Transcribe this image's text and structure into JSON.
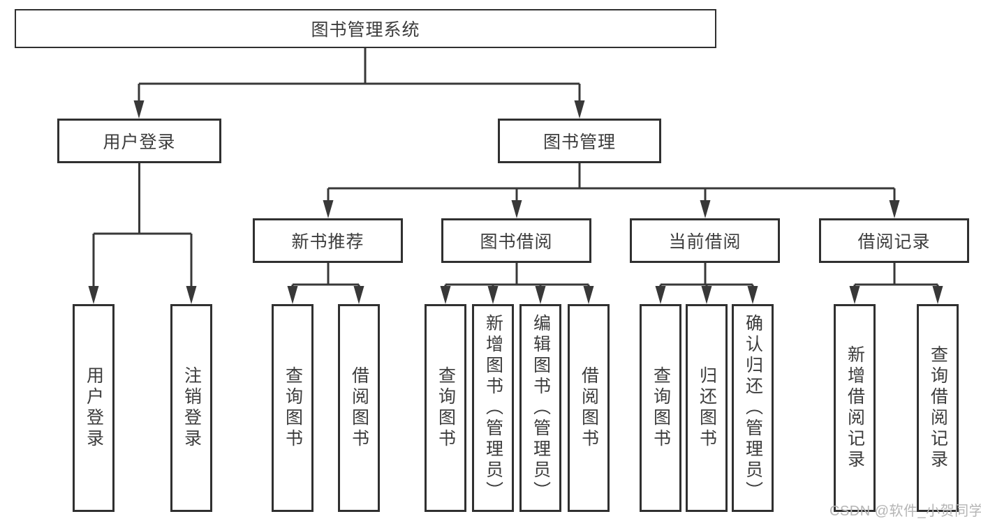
{
  "root": {
    "label": "图书管理系统"
  },
  "branches": {
    "user_login": {
      "label": "用户登录",
      "children": [
        "用户登录",
        "注销登录"
      ]
    },
    "book_management": {
      "label": "图书管理",
      "children": {
        "new_book": {
          "label": "新书推荐",
          "children": [
            "查询图书",
            "借阅图书"
          ]
        },
        "borrow": {
          "label": "图书借阅",
          "children": [
            "查询图书",
            "新增图书（管理员）",
            "编辑图书（管理员）",
            "借阅图书"
          ]
        },
        "current": {
          "label": "当前借阅",
          "children": [
            "查询图书",
            "归还图书",
            "确认归还（管理员）"
          ]
        },
        "records": {
          "label": "借阅记录",
          "children": [
            "新增借阅记录",
            "查询借阅记录"
          ]
        }
      }
    }
  },
  "watermark": "CSDN @软件_小贺同学",
  "colors": {
    "line": "#383838",
    "box_border": "#303030",
    "text": "#3c3c3c",
    "background": "#ffffff",
    "watermark": "#b5b5b5"
  }
}
